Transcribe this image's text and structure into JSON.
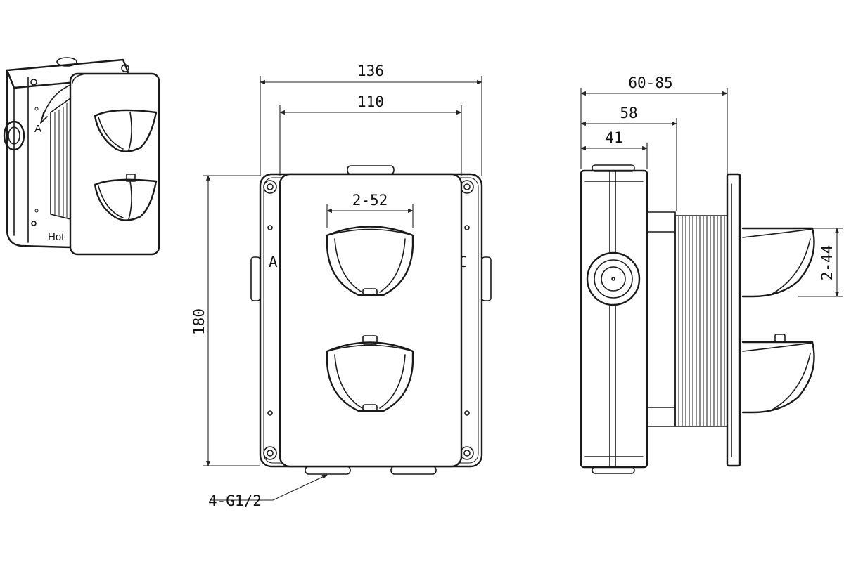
{
  "perspective_view": {
    "label_a": "A",
    "label_hot": "Hot"
  },
  "front_view": {
    "dim_overall_width": "136",
    "dim_plate_width": "110",
    "dim_handle_width": "2-52",
    "dim_height": "180",
    "label_a": "A",
    "label_c": "C",
    "connection_label": "4-G1/2"
  },
  "side_view": {
    "dim_depth_range": "60-85",
    "dim_depth_mid": "58",
    "dim_depth_body": "41",
    "dim_handle_depth": "2-44"
  }
}
